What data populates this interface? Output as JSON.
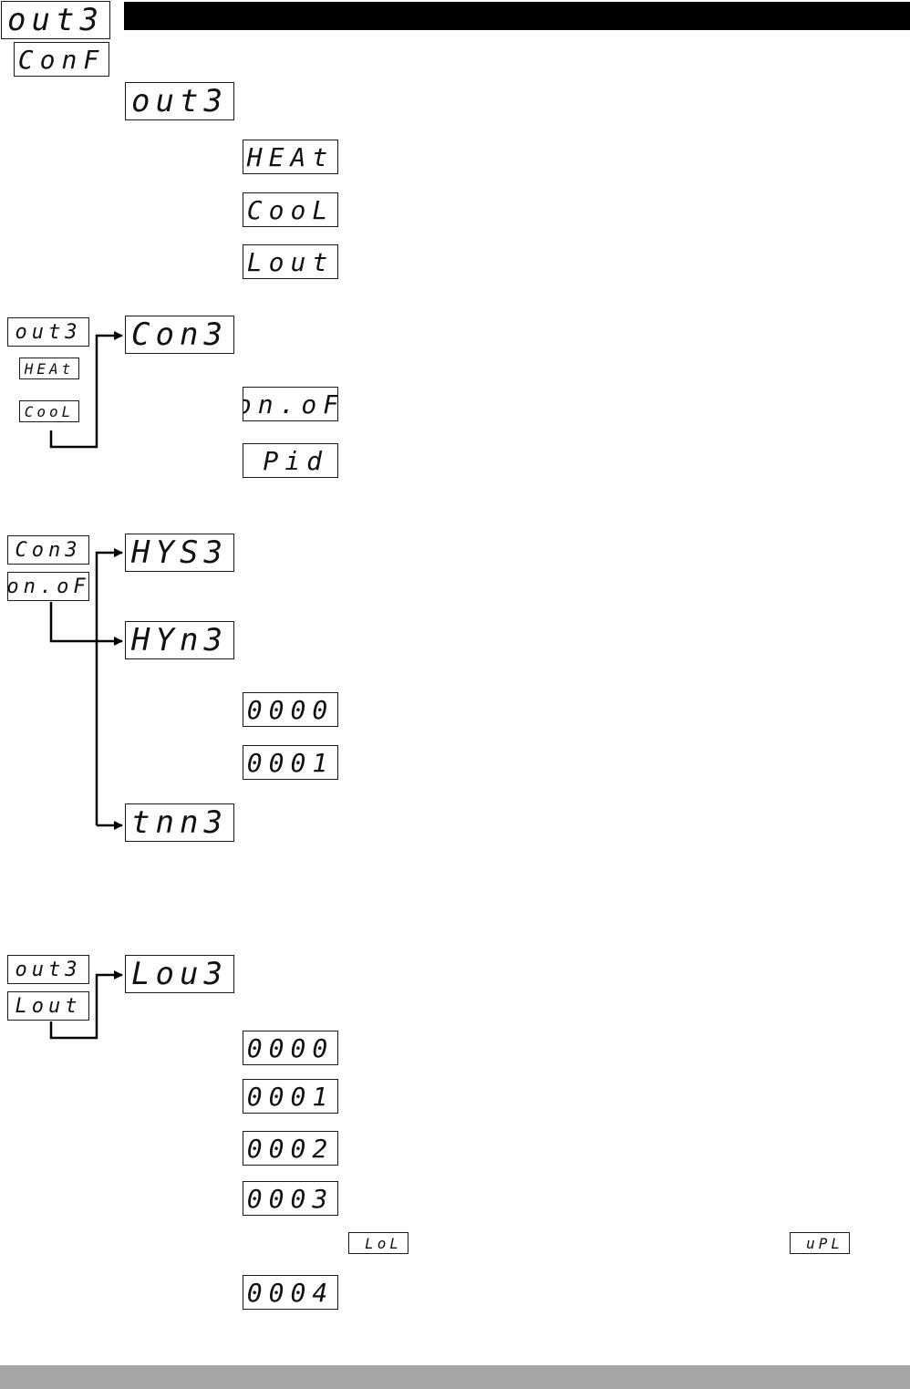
{
  "header": {
    "param": "out3",
    "menu": "ConF"
  },
  "out3_section": {
    "param": "out3",
    "options": [
      "HEAt",
      "CooL",
      "Lout"
    ]
  },
  "con3_section": {
    "cond_param": "out3",
    "cond_values": [
      "HEAt",
      "CooL"
    ],
    "param": "Con3",
    "options": [
      "on.oF",
      "Pid"
    ]
  },
  "onof_section": {
    "cond_param": "Con3",
    "cond_value": "on.oF",
    "params": [
      "HYS3",
      "HYn3",
      "tnn3"
    ],
    "hyn3_options": [
      "0000",
      "0001"
    ]
  },
  "lout_section": {
    "cond_param": "out3",
    "cond_value": "Lout",
    "param": "Lou3",
    "options": [
      "0000",
      "0001",
      "0002",
      "0003",
      "0004"
    ],
    "limit_low": "LoL",
    "limit_high": "uPL"
  }
}
